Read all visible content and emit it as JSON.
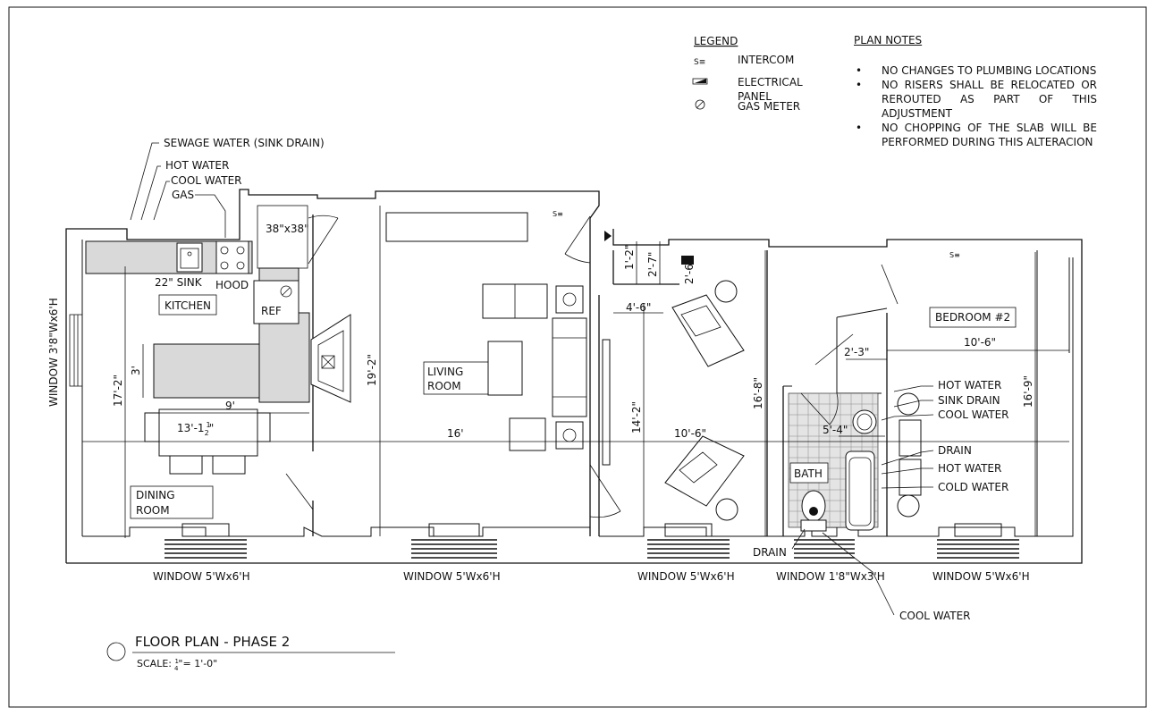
{
  "legend": {
    "title": "LEGEND",
    "items": [
      {
        "symbol": "S≡",
        "label": "INTERCOM",
        "icon": "intercom-icon"
      },
      {
        "symbol": "",
        "label": "ELECTRICAL PANEL",
        "icon": "electrical-panel-icon"
      },
      {
        "symbol": "",
        "label": "GAS METER",
        "icon": "gas-meter-icon"
      }
    ]
  },
  "plan_notes": {
    "title": "PLAN NOTES",
    "items": [
      "NO CHANGES TO PLUMBING LOCATIONS",
      "NO RISERS SHALL BE RELOCATED OR REROUTED AS PART OF THIS ADJUSTMENT",
      "NO CHOPPING OF THE SLAB WILL BE PERFORMED DURING THIS ALTERACION"
    ]
  },
  "callouts": {
    "sewage": "SEWAGE WATER (SINK DRAIN)",
    "hot_water": "HOT WATER",
    "cool_water": "COOL WATER",
    "gas": "GAS",
    "bath_hot_water": "HOT WATER",
    "bath_sink_drain": "SINK DRAIN",
    "bath_cool_water": "COOL WATER",
    "bath_drain": "DRAIN",
    "tub_hot_water": "HOT WATER",
    "tub_cold_water": "COLD WATER",
    "toilet_drain": "DRAIN",
    "toilet_cool_water": "COOL WATER"
  },
  "rooms": {
    "kitchen": "KITCHEN",
    "dining": [
      "DINING",
      "ROOM"
    ],
    "living": [
      "LIVING",
      "ROOM"
    ],
    "bath": "BATH",
    "bedroom2": "BEDROOM #2"
  },
  "fixtures": {
    "sink": "22\" SINK",
    "hood": "HOOD",
    "ref": "REF",
    "closet": "38\"x38\"",
    "intercom": "S≡"
  },
  "dimensions": {
    "kitchen_w": "9'",
    "kitchen_counter": "3'",
    "kitchen_height": "17'-2\"",
    "dining_w": "13'-1",
    "dining_frac_num": "1",
    "dining_frac_den": "2",
    "dining_frac_tail": "\"",
    "overall": "16'",
    "living_height": "19'-2\"",
    "hall_1": "1'-2\"",
    "hall_2": "2'-7\"",
    "hall_3": "2'-6\"",
    "hall_4": "4'-6\"",
    "bedroom1_w": "10'-6\"",
    "bedroom1_h": "14'-2\"",
    "bath_h": "16'-8\"",
    "closet_w": "2'-3\"",
    "bath_w": "5'-4\"",
    "bedroom2_w": "10'-6\"",
    "bedroom2_h": "16'-9\""
  },
  "windows": {
    "left": "WINDOW 3'8\"Wx6'H",
    "w1": "WINDOW 5'Wx6'H",
    "w2": "WINDOW 5'Wx6'H",
    "w3": "WINDOW 5'Wx6'H",
    "w4": "WINDOW 1'8\"Wx3'H",
    "w5": "WINDOW 5'Wx6'H"
  },
  "title_block": {
    "title": "FLOOR PLAN - PHASE 2",
    "scale_prefix": "SCALE: ",
    "scale_num": "1",
    "scale_den": "4",
    "scale_suffix": "\"= 1'-0\""
  }
}
